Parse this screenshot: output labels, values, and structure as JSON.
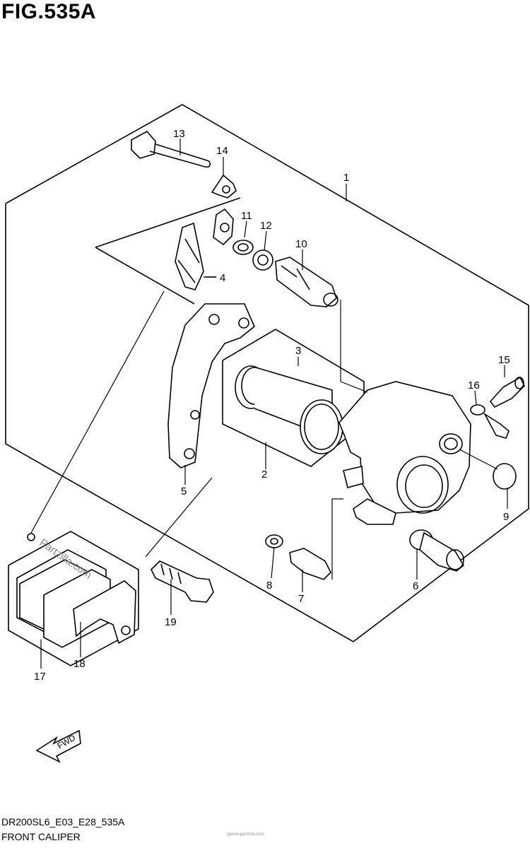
{
  "figure": {
    "title": "FIG.535A",
    "model_code": "DR200SL6_E03_E28_535A",
    "caption": "FRONT CALIPER",
    "watermark": "Partzilla.com",
    "footer_fine_print": "·gwww.partzilla.com·"
  },
  "callouts": [
    "1",
    "2",
    "3",
    "4",
    "5",
    "6",
    "7",
    "8",
    "9",
    "10",
    "11",
    "12",
    "13",
    "14",
    "15",
    "16",
    "17",
    "18",
    "19"
  ],
  "fwd_label": "FWD"
}
